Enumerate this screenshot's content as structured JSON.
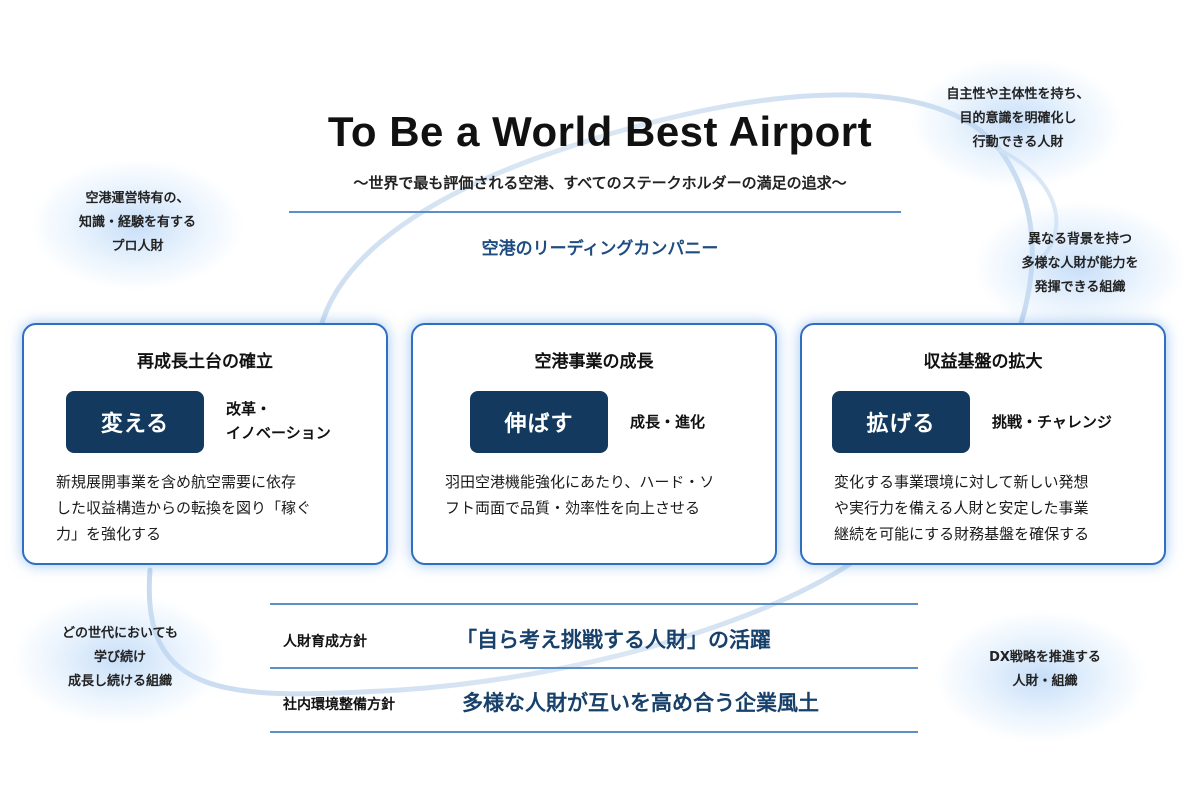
{
  "title": "To Be a World Best Airport",
  "subtitle": "〜世界で最も評価される空港、すべてのステークホルダーの満足の追求〜",
  "leading": "空港のリーディングカンパニー",
  "bubbles": {
    "top_left": [
      "空港運営特有の、",
      "知識・経験を有する",
      "プロ人財"
    ],
    "top_right": [
      "自主性や主体性を持ち、",
      "目的意識を明確化し",
      "行動できる人財"
    ],
    "mid_right": [
      "異なる背景を持つ",
      "多様な人財が能力を",
      "発揮できる組織"
    ],
    "bottom_left": [
      "どの世代においても",
      "学び続け",
      "成長し続ける組織"
    ],
    "bottom_right": [
      "DX戦略を推進する",
      "人財・組織"
    ]
  },
  "cards": [
    {
      "title": "再成長土台の確立",
      "verb": "変える",
      "tag": [
        "改革・",
        "イノベーション"
      ],
      "desc": [
        "新規展開事業を含め航空需要に依存",
        "した収益構造からの転換を図り「稼ぐ",
        "力」を強化する"
      ]
    },
    {
      "title": "空港事業の成長",
      "verb": "伸ばす",
      "tag": [
        "成長・進化"
      ],
      "desc": [
        "羽田空港機能強化にあたり、ハード・ソ",
        "フト両面で品質・効率性を向上させる"
      ]
    },
    {
      "title": "収益基盤の拡大",
      "verb": "拡げる",
      "tag": [
        "挑戦・チャレンジ"
      ],
      "desc": [
        "変化する事業環境に対して新しい発想",
        "や実行力を備える人財と安定した事業",
        "継続を可能にする財務基盤を確保する"
      ]
    }
  ],
  "policies": [
    {
      "label": "人財育成方針",
      "text": "「自ら考え挑戦する人財」の活躍"
    },
    {
      "label": "社内環境整備方針",
      "text": "多様な人財が互いを高め合う企業風土"
    }
  ],
  "colors": {
    "navy": "#133a5e",
    "accent_blue": "#2f6fbf",
    "text_blue": "#1f4d80"
  }
}
